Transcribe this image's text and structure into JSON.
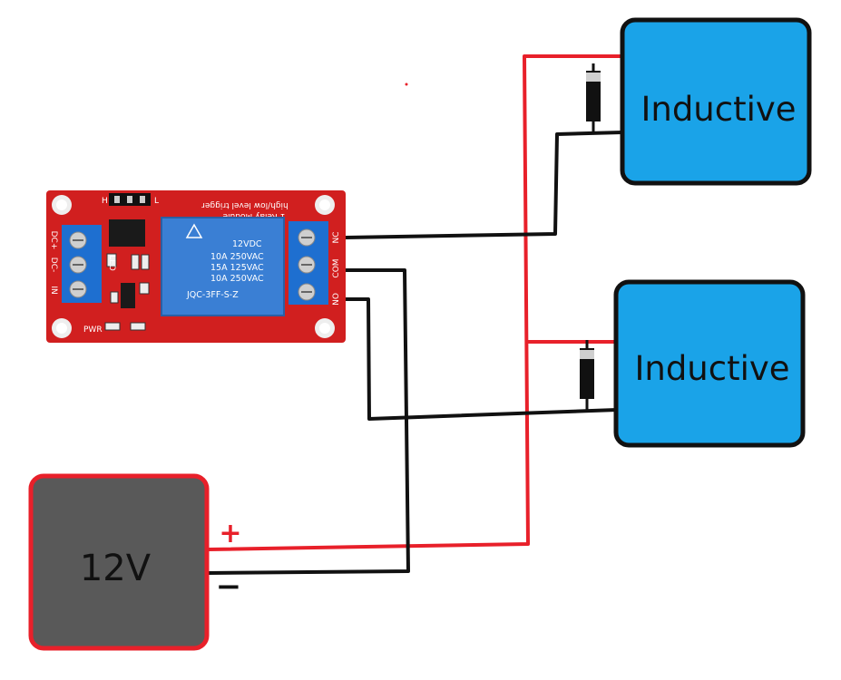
{
  "diagram": {
    "loads": [
      {
        "label": "Inductive"
      },
      {
        "label": "Inductive"
      }
    ],
    "battery": {
      "label": "12V",
      "plus_symbol": "+",
      "minus_symbol": "−"
    },
    "relay_module": {
      "title_line1": "high/low level trigger",
      "title_line2": "1 Relay Module",
      "left_pins": [
        "DC+",
        "DC-",
        "IN"
      ],
      "right_pins": [
        "NC",
        "COM",
        "NO"
      ],
      "jumper_labels": [
        "H",
        "L"
      ],
      "led_labels": [
        "PWR",
        "LED"
      ],
      "relay_text": [
        "12VDC",
        "10A 250VAC",
        "15A 125VAC",
        "10A 250VAC",
        "JQC-3FF-S-Z"
      ]
    },
    "colors": {
      "wire_positive": "#e8202a",
      "wire_negative": "#111111",
      "load_fill": "#1aa3e8",
      "battery_fill": "#595959",
      "battery_border": "#e8202a",
      "pcb": "#d11f1f",
      "terminal": "#1e6fd0",
      "relay_body": "#3a7fd4"
    }
  }
}
